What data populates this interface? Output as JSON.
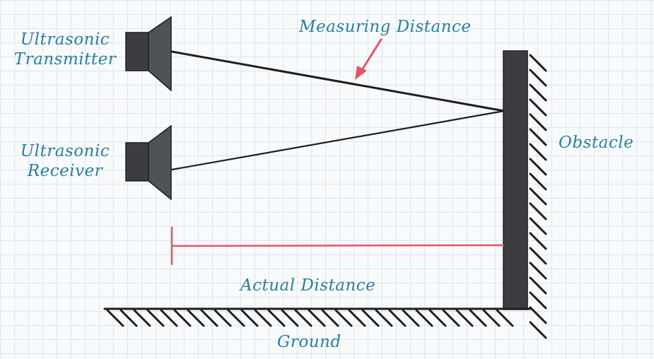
{
  "colors": {
    "text": "#2a7f9e",
    "accent": "#e25566",
    "ink": "#1e1e1e",
    "device": "#3b3d40",
    "device_light": "#4f5256",
    "grid": "#dde6ee",
    "background": "#f8fafc"
  },
  "labels": {
    "transmitter_line1": "Ultrasonic",
    "transmitter_line2": "Transmitter",
    "receiver_line1": "Ultrasonic",
    "receiver_line2": "Receiver",
    "measuring_distance": "Measuring Distance",
    "obstacle": "Obstacle",
    "actual_distance": "Actual Distance",
    "ground": "Ground"
  }
}
